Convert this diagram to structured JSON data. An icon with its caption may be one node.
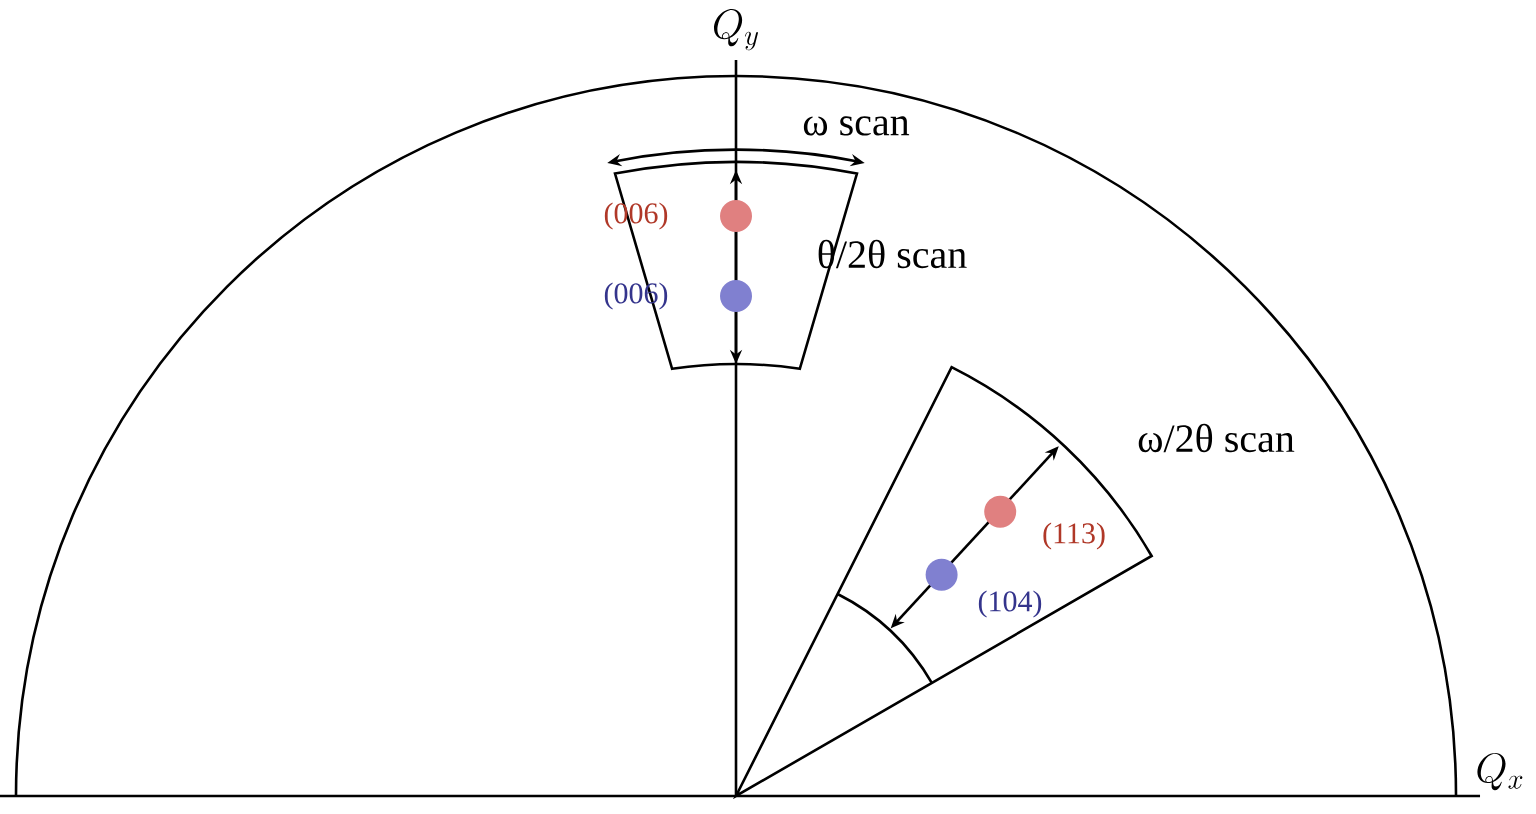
{
  "diagram": {
    "nodes": [
      {
        "text": [],
        "shape": "circle",
        "beside": [
          "(006)"
        ]
      },
      {
        "text": [],
        "shape": "circle",
        "beside": [
          "(006)"
        ]
      },
      {
        "text": [],
        "shape": "circle",
        "beside": [
          "(113)"
        ]
      },
      {
        "text": [],
        "shape": "circle",
        "beside": [
          "(104)"
        ]
      }
    ],
    "labels": [
      "Q_y",
      "Q_x",
      "ω scan",
      "θ/2θ scan",
      "ω/2θ scan"
    ]
  }
}
